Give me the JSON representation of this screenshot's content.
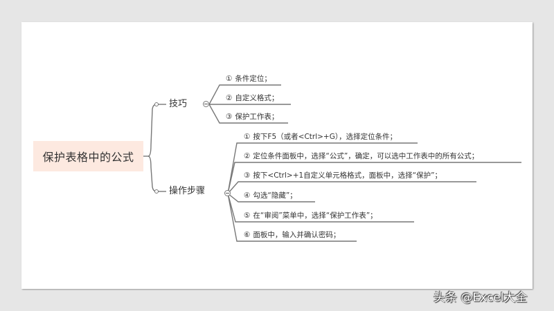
{
  "mindmap": {
    "root": {
      "label": "保护表格中的公式",
      "bg_color": "#fde9e0"
    },
    "branches": [
      {
        "label": "技巧",
        "children": [
          {
            "num": "①",
            "text": "条件定位；"
          },
          {
            "num": "②",
            "text": "自定义格式；"
          },
          {
            "num": "③",
            "text": "保护工作表；"
          }
        ]
      },
      {
        "label": "操作步骤",
        "children": [
          {
            "num": "①",
            "text": "按下F5（或者<Ctrl>+G），选择定位条件；"
          },
          {
            "num": "②",
            "text": "定位条件面板中，选择“公式”，确定，可以选中工作表中的所有公式；"
          },
          {
            "num": "③",
            "text": "按下<Ctrl>+1自定义单元格格式，面板中，选择“保护”；"
          },
          {
            "num": "④",
            "text": "勾选“隐藏”；"
          },
          {
            "num": "⑤",
            "text": "在“审阅”菜单中，选择“保护工作表”；"
          },
          {
            "num": "⑥",
            "text": "面板中，输入并确认密码；"
          }
        ]
      }
    ],
    "line_color": "#777777",
    "collapse_icon": "minus-circle-icon"
  },
  "watermark": {
    "text": "头条 @Excel大全"
  }
}
